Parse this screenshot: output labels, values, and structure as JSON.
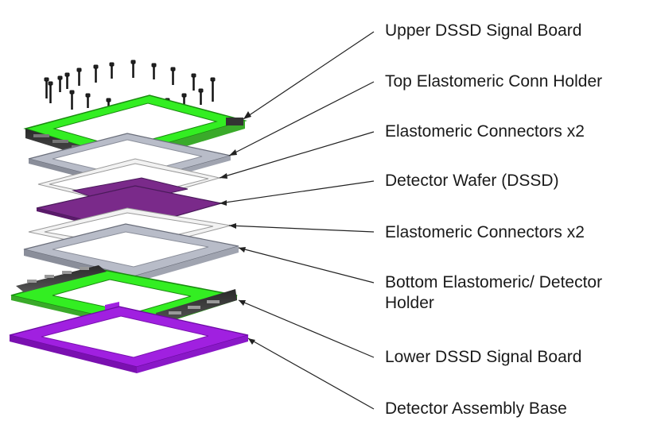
{
  "labels": [
    "Upper DSSD Signal Board",
    "Top Elastomeric Conn Holder",
    "Elastomeric Connectors x2",
    "Detector Wafer (DSSD)",
    "Elastomeric Connectors x2",
    "Bottom Elastomeric/ Detector",
    "Holder",
    "Lower DSSD Signal Board",
    "Detector Assembly Base"
  ],
  "colors": {
    "signal_board": "#33ee22",
    "holder": "#b8bcc8",
    "wafer": "#7a2a8a",
    "base": "#a020e0",
    "connector": "#f2f2f2",
    "leader_line": "#222222"
  }
}
